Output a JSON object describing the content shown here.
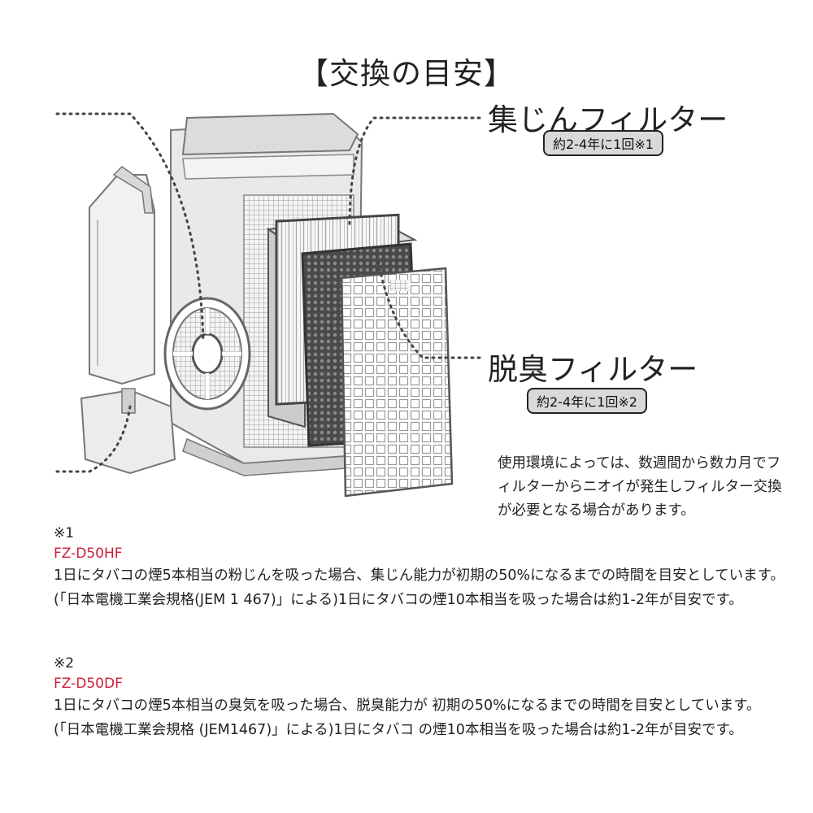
{
  "title": "【交換の目安】",
  "filters": [
    {
      "name": "集じんフィルター",
      "interval": "約2-4年に1回※1"
    },
    {
      "name": "脱臭フィルター",
      "interval": "約2-4年に1回※2"
    }
  ],
  "note": "使用環境によっては、数週間から数カ月でフィルターからニオイが発生しフィルター交換が必要となる場合があります。",
  "footnotes": [
    {
      "mark": "※1",
      "model": "FZ-D50HF",
      "text": "1日にタバコの煙5本相当の粉じんを吸った場合、集じん能力が初期の50%になるまでの時間を目安としています。(「日本電機工業会規格(JEM 1 467)」による)1日にタバコの煙10本相当を吸った場合は約1-2年が目安です。"
    },
    {
      "mark": "※2",
      "model": "FZ-D50DF",
      "text": "1日にタバコの煙5本相当の臭気を吸った場合、脱臭能力が 初期の50%になるまでの時間を目安としています。(「日本電機工業会規格 (JEM1467)」による)1日にタバコ の煙10本相当を吸った場合は約1-2年が目安です。"
    }
  ],
  "colors": {
    "model": "#cc1f3a",
    "badge_bg": "#d9d9d9",
    "text": "#222222"
  }
}
